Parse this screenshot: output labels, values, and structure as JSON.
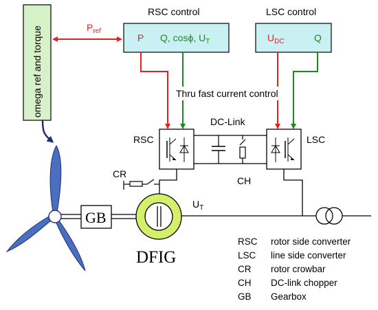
{
  "colors": {
    "control_box_fill": "#c9f1f3",
    "side_box_fill": "#d7f2c9",
    "red_signal": "#e8201c",
    "green_signal": "#1d8a1d",
    "blade_color": "#4a6fc0",
    "generator_ring": "#d4f06a",
    "navy_arrow": "#1f2d78"
  },
  "side_box": {
    "label": "omega ref and torque"
  },
  "pref": {
    "main": "P",
    "sub": "ref"
  },
  "rsc_control": {
    "title": "RSC control",
    "p_label": "P",
    "q_label": "Q, cosϕ, U",
    "q_sub": "T"
  },
  "lsc_control": {
    "title": "LSC control",
    "udc_main": "U",
    "udc_sub": "DC",
    "q_label": "Q"
  },
  "thru_label": "Thru fast current control",
  "dc_link_label": "DC-Link",
  "rsc_label": "RSC",
  "lsc_label": "LSC",
  "cr_label": "CR",
  "ch_label": "CH",
  "ut": {
    "main": "U",
    "sub": "T"
  },
  "gb_label": "GB",
  "dfig_label": "DFIG",
  "legend": [
    {
      "abbr": "RSC",
      "desc": "rotor side converter"
    },
    {
      "abbr": "LSC",
      "desc": "line side converter"
    },
    {
      "abbr": "CR",
      "desc": "rotor crowbar"
    },
    {
      "abbr": "CH",
      "desc": "DC-link chopper"
    },
    {
      "abbr": "GB",
      "desc": "Gearbox"
    }
  ]
}
